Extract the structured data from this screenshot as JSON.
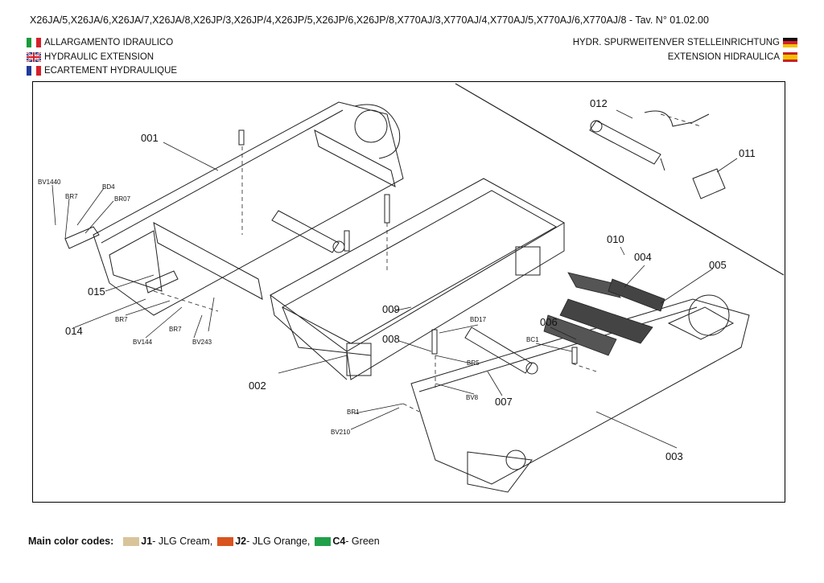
{
  "header": {
    "title": "X26JA/5,X26JA/6,X26JA/7,X26JA/8,X26JP/3,X26JP/4,X26JP/5,X26JP/6,X26JP/8,X770AJ/3,X770AJ/4,X770AJ/5,X770AJ/6,X770AJ/8 - Tav. N° 01.02.00"
  },
  "languages": {
    "it": "ALLARGAMENTO IDRAULICO",
    "en": "HYDRAULIC EXTENSION",
    "fr": "ECARTEMENT HYDRAULIQUE",
    "de": "HYDR. SPURWEITENVER STELLEINRICHTUNG",
    "es": "EXTENSION HIDRAULICA"
  },
  "callouts": {
    "c001": "001",
    "c002": "002",
    "c003": "003",
    "c004": "004",
    "c005": "005",
    "c006": "006",
    "c007": "007",
    "c008": "008",
    "c009": "009",
    "c010": "010",
    "c011": "011",
    "c012": "012",
    "c014": "014",
    "c015": "015",
    "bv1440": "BV1440",
    "br7a": "BR7",
    "bd4": "BD4",
    "br07": "BR07",
    "br7b": "BR7",
    "br7c": "BR7",
    "bv144": "BV144",
    "bv243": "BV243",
    "bd17": "BD17",
    "br5": "BR5",
    "bv8": "BV8",
    "bc1": "BC1",
    "br1": "BR1",
    "bv210": "BV210"
  },
  "footer": {
    "label": "Main color codes:",
    "codes": [
      {
        "code": "J1",
        "desc": " - JLG Cream,",
        "color": "#d9c49a"
      },
      {
        "code": "J2",
        "desc": " - JLG Orange,",
        "color": "#d9541e"
      },
      {
        "code": "C4",
        "desc": " - Green",
        "color": "#21a04a"
      }
    ]
  }
}
